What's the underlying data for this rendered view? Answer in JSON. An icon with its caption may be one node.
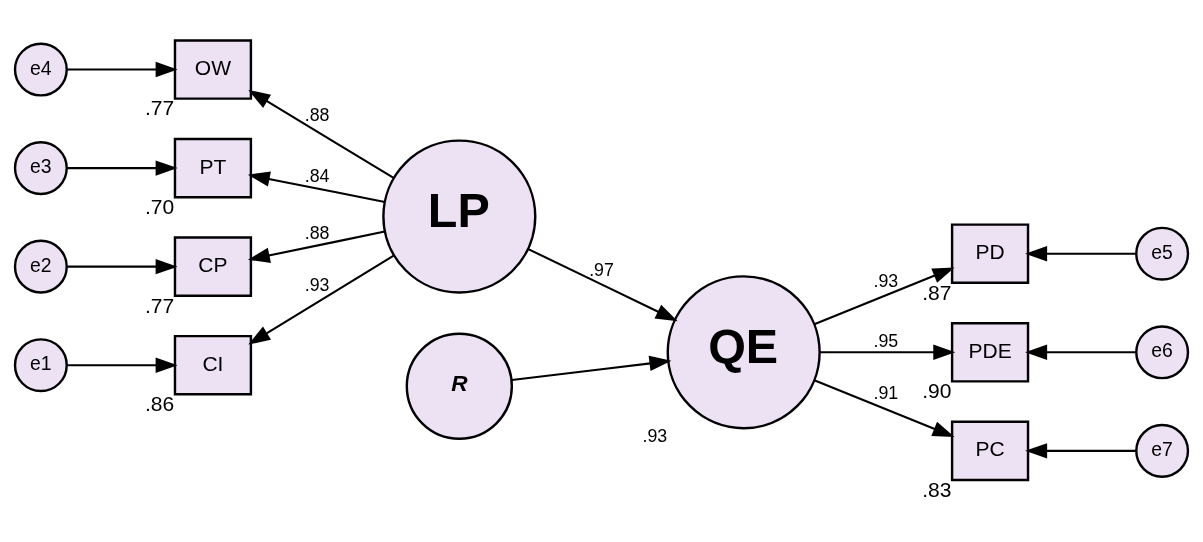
{
  "diagram": {
    "nodes": [
      {
        "text": [
          "e4"
        ]
      },
      {
        "text": [
          "OW"
        ],
        "beside": [
          ".77"
        ]
      },
      {
        "text": [
          "e3"
        ]
      },
      {
        "text": [
          "PT"
        ],
        "beside": [
          ".70"
        ]
      },
      {
        "text": [
          "e2"
        ]
      },
      {
        "text": [
          "CP"
        ],
        "beside": [
          ".77"
        ]
      },
      {
        "text": [
          "e1"
        ]
      },
      {
        "text": [
          "CI"
        ],
        "beside": [
          ".86"
        ]
      },
      {
        "text": [
          "LP"
        ]
      },
      {
        "text": [
          "R"
        ]
      },
      {
        "text": [
          "QE"
        ],
        "beside": [
          ".93"
        ]
      },
      {
        "text": [
          "PD"
        ],
        "beside": [
          ".87"
        ]
      },
      {
        "text": [
          "e5"
        ]
      },
      {
        "text": [
          "PDE"
        ],
        "beside": [
          ".90"
        ]
      },
      {
        "text": [
          "e6"
        ]
      },
      {
        "text": [
          "PC"
        ],
        "beside": [
          ".83"
        ]
      },
      {
        "text": [
          "e7"
        ]
      }
    ],
    "edges": [
      {
        "from": 0,
        "to": 1,
        "arrow": "to"
      },
      {
        "from": 2,
        "to": 3,
        "arrow": "to"
      },
      {
        "from": 4,
        "to": 5,
        "arrow": "to"
      },
      {
        "from": 6,
        "to": 7,
        "arrow": "to"
      },
      {
        "from": 8,
        "to": 1,
        "arrow": "to",
        "label": ".88"
      },
      {
        "from": 8,
        "to": 3,
        "arrow": "to",
        "label": ".84"
      },
      {
        "from": 8,
        "to": 5,
        "arrow": "to",
        "label": ".88"
      },
      {
        "from": 8,
        "to": 7,
        "arrow": "to",
        "label": ".93"
      },
      {
        "from": 8,
        "to": 10,
        "arrow": "to",
        "label": ".97"
      },
      {
        "from": 9,
        "to": 10,
        "arrow": "to"
      },
      {
        "from": 10,
        "to": 11,
        "arrow": "to",
        "label": ".93"
      },
      {
        "from": 10,
        "to": 13,
        "arrow": "to",
        "label": ".95"
      },
      {
        "from": 10,
        "to": 15,
        "arrow": "to",
        "label": ".91"
      },
      {
        "from": 12,
        "to": 11,
        "arrow": "to"
      },
      {
        "from": 14,
        "to": 13,
        "arrow": "to"
      },
      {
        "from": 16,
        "to": 15,
        "arrow": "to"
      }
    ]
  }
}
